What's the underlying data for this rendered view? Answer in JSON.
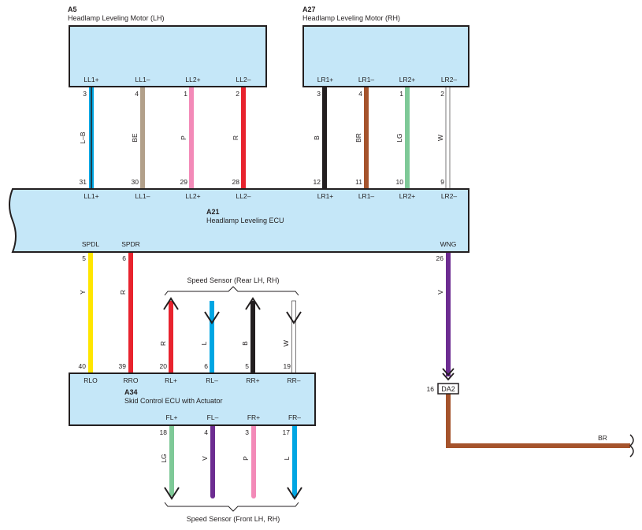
{
  "colors": {
    "connector_fill": "#c5e7f8",
    "outline": "#231f20",
    "L": "#00a6e3",
    "B": "#231f20",
    "BE": "#b2a08a",
    "P": "#f38ab8",
    "R": "#e8232e",
    "BR": "#a5532c",
    "LG": "#7ec997",
    "W": "#ffffff",
    "Y": "#ffe600",
    "V": "#6c2c91"
  },
  "components": {
    "a5": {
      "code": "A5",
      "name": "Headlamp Leveling Motor (LH)",
      "terminals": [
        "LL1+",
        "LL1–",
        "LL2+",
        "LL2–"
      ],
      "pins": [
        "3",
        "4",
        "1",
        "2"
      ]
    },
    "a27": {
      "code": "A27",
      "name": "Headlamp Leveling Motor (RH)",
      "terminals": [
        "LR1+",
        "LR1–",
        "LR2+",
        "LR2–"
      ],
      "pins": [
        "3",
        "4",
        "1",
        "2"
      ]
    },
    "a21": {
      "code": "A21",
      "name": "Headlamp Leveling ECU",
      "top_terminals": [
        "LL1+",
        "LL1–",
        "LL2+",
        "LL2–",
        "LR1+",
        "LR1–",
        "LR2+",
        "LR2–"
      ],
      "top_pins": [
        "31",
        "30",
        "29",
        "28",
        "12",
        "11",
        "10",
        "9"
      ],
      "bottom_terminals": [
        "SPDL",
        "SPDR",
        "WNG"
      ],
      "bottom_pins": [
        "5",
        "6",
        "26"
      ]
    },
    "a34": {
      "code": "A34",
      "name": "Skid Control ECU with Actuator",
      "top_terminals": [
        "RLO",
        "RRO",
        "RL+",
        "RL–",
        "RR+",
        "RR–"
      ],
      "top_pins": [
        "40",
        "39",
        "20",
        "6",
        "5",
        "19"
      ],
      "bottom_terminals": [
        "FL+",
        "FL–",
        "FR+",
        "FR–"
      ],
      "bottom_pins": [
        "18",
        "4",
        "3",
        "17"
      ]
    },
    "da2": {
      "code": "DA2",
      "pin": "16"
    }
  },
  "wires": {
    "a5_a21": [
      "L–B",
      "BE",
      "P",
      "R"
    ],
    "a27_a21": [
      "B",
      "BR",
      "LG",
      "W"
    ],
    "a21_a34": [
      "Y",
      "R"
    ],
    "wng": "V",
    "rear_sensor": [
      "R",
      "L",
      "B",
      "W"
    ],
    "front_sensor": [
      "LG",
      "V",
      "P",
      "L"
    ],
    "da2_out": "BR"
  },
  "labels": {
    "rear_sensor": "Speed Sensor (Rear LH,  RH)",
    "front_sensor": "Speed Sensor (Front LH,  RH)"
  }
}
